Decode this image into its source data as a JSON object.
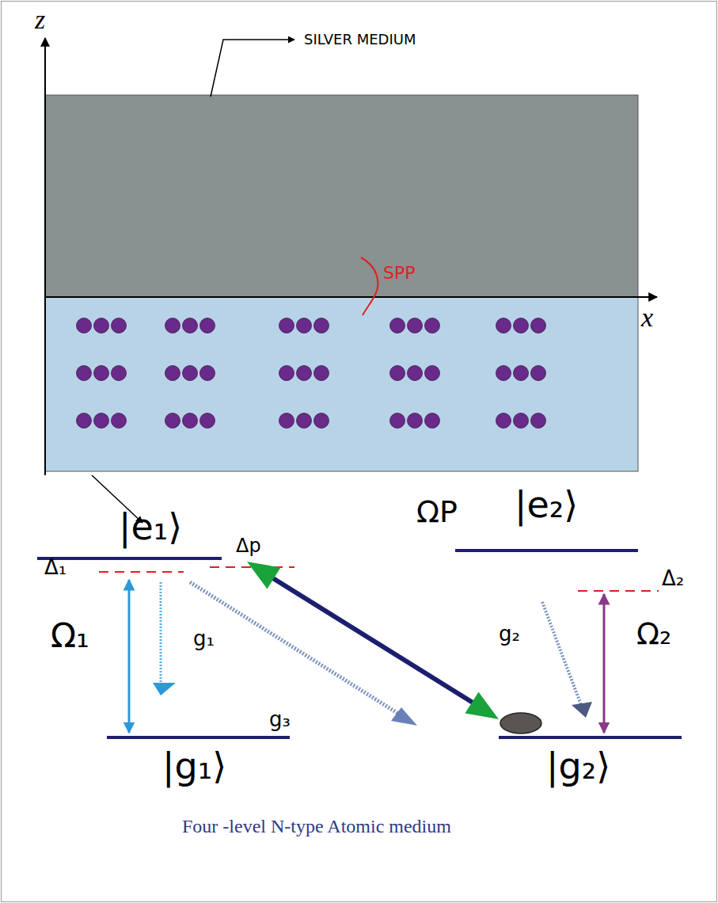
{
  "diagram": {
    "caption": "Four -level N-type Atomic medium",
    "labels": [
      "z",
      "SILVER MEDIUM",
      "SPP",
      "x",
      "|e₁⟩",
      "|e₂⟩",
      "Δ₁",
      "Δp",
      "Δ₂",
      "ΩP",
      "Ω₁",
      "g₁",
      "g₂",
      "Ω₂",
      "g₃",
      "|g₁⟩",
      "|g₂⟩"
    ]
  }
}
